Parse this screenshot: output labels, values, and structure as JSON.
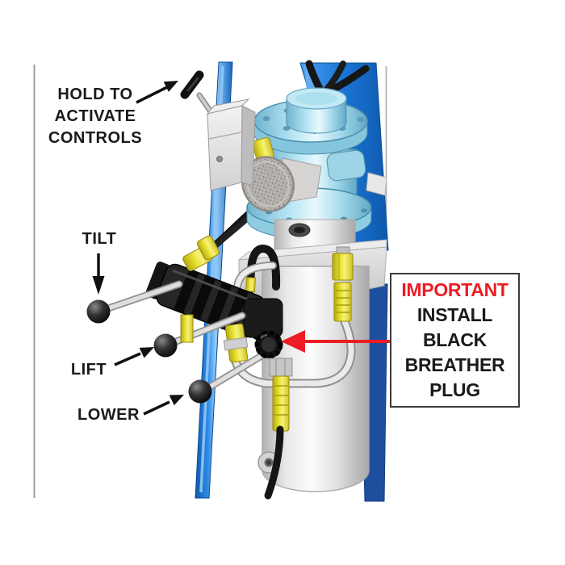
{
  "diagram": {
    "callouts": {
      "hold": {
        "lines": [
          "HOLD TO",
          "ACTIVATE",
          "CONTROLS"
        ]
      },
      "tilt": {
        "label": "TILT"
      },
      "lift": {
        "label": "LIFT"
      },
      "lower": {
        "label": "LOWER"
      }
    },
    "important_note": {
      "heading": "IMPORTANT",
      "lines": [
        "INSTALL",
        "BLACK",
        "BREATHER",
        "PLUG"
      ]
    },
    "parts": [
      "hold-to-activate-lever",
      "electric-motor",
      "intake-filter",
      "control-valve",
      "tilt-lever-ball",
      "lift-lever-ball",
      "lower-lever-ball",
      "black-breather-plug",
      "hydraulic-reservoir-tank",
      "frame-post"
    ]
  },
  "colors": {
    "frame_blue": "#1f7fde",
    "frame_navy": "#1e4f9e",
    "motor_cyan": "#a9dcee",
    "fitting_yellow": "#e8e336",
    "tank_gray": "#e8e8e8",
    "valve_black": "#1c1c1c",
    "important_red": "#ed1c24",
    "text_black": "#1a1a1a"
  }
}
